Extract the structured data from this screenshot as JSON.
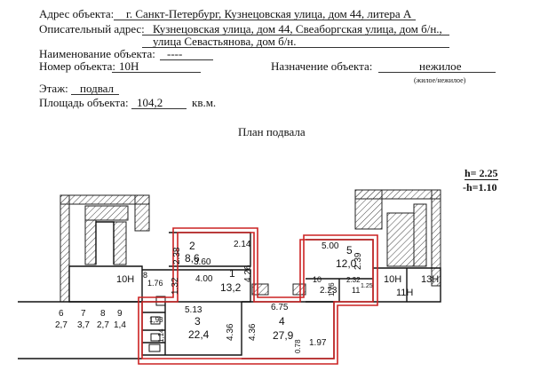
{
  "header": {
    "address_label": "Адрес объекта:",
    "address_value": "г. Санкт-Петербург, Кузнецовская улица, дом 44, литера А",
    "desc_label": "Описательный адрес:",
    "desc_value_line1": "Кузнецовская улица, дом 44, Свеаборгская улица, дом б/н.,",
    "desc_value_line2": "улица Севастьянова, дом б/н.",
    "name_label": "Наименование объекта:",
    "name_value": "----",
    "number_label": "Номер объекта:",
    "number_value": "10Н",
    "purpose_label": "Назначение объекта:",
    "purpose_value": "нежилое",
    "purpose_hint": "(жилое/нежилое)",
    "floor_label": "Этаж:",
    "floor_value": "подвал",
    "area_label": "Площадь объекта:",
    "area_value": "104,2",
    "area_unit": "кв.м."
  },
  "plan": {
    "title": "План подвала",
    "h_total": "h= 2.25",
    "h_below": "-h=1.10",
    "labels": {
      "r2_num": "2",
      "r2_area": "8,6",
      "r2_dim_left": "2.38",
      "r2_dim_right": "2.14",
      "r2_dim_bottom": "3.60",
      "r1_num": "1",
      "r1_area": "13,2",
      "r1_dim_top": "4.00",
      "r1_dim_left": "1.32",
      "r1_dim_right": "4.26",
      "r5_num": "5",
      "r5_area": "12,0",
      "r5_dim_top": "5.00",
      "r5_dim_right": "2.39",
      "r5_dim_bottom": "2.23",
      "r10_num": "10",
      "r10_dim": "1.76",
      "r11_num": "11",
      "r11_dim1": "2.32",
      "r11_dim2": "1.25",
      "r3_num": "3",
      "r3_area": "22,4",
      "r3_dim_top": "5.13",
      "r3_dim_right": "4.36",
      "r4_num": "4",
      "r4_area": "27,9",
      "r4_dim_top": "6.75",
      "r4_dim_left": "4.36",
      "r4_dim_small": "0.78",
      "r4_dim_bottom": "1.97",
      "left_dim": "1.76",
      "left_num": "8",
      "tag_10h_left": "10Н",
      "tag_10h_right": "10Н",
      "tag_11h": "11Н",
      "tag_13h": "13Н",
      "stair_1": "1,93",
      "stair_2": "1,14",
      "outside": [
        {
          "num": "6",
          "area": "2,7"
        },
        {
          "num": "7",
          "area": "3,7"
        },
        {
          "num": "8",
          "area": "2,7"
        },
        {
          "num": "9",
          "area": "1,4"
        }
      ]
    }
  }
}
